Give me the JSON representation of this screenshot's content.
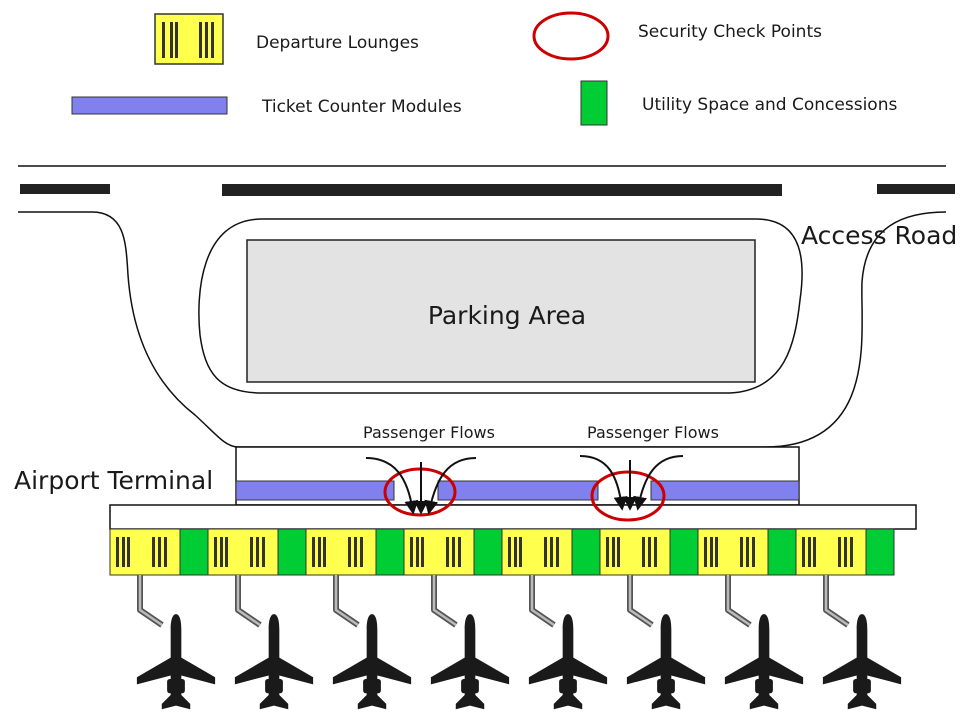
{
  "legend": {
    "departure_lounges": "Departure Lounges",
    "security_check_points": "Security Check Points",
    "ticket_counter_modules": "Ticket Counter Modules",
    "utility_space": "Utility Space and Concessions"
  },
  "labels": {
    "access_road": "Access Road",
    "parking_area": "Parking Area",
    "airport_terminal": "Airport Terminal",
    "passenger_flows_left": "Passenger Flows",
    "passenger_flows_right": "Passenger Flows"
  },
  "colors": {
    "lounge_fill": "#ffff4d",
    "ticket_fill": "#8080ee",
    "utility_fill": "#00cc33",
    "security_ring": "#cc0000",
    "parking_fill": "#e3e3e3",
    "aircraft": "#1a1a1a"
  },
  "counts": {
    "gates": 8
  }
}
